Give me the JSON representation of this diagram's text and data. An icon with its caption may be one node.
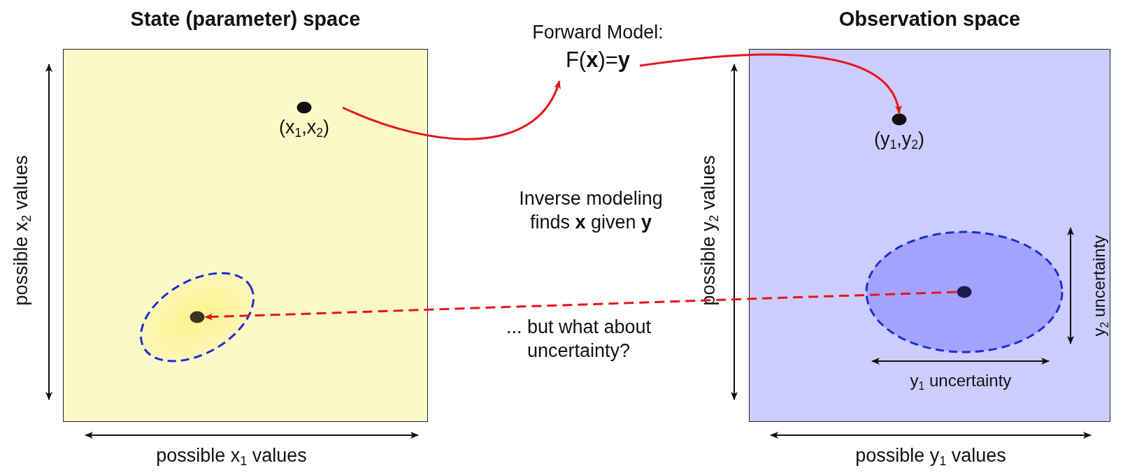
{
  "diagram": {
    "nodes": [
      {
        "text": [
          "State (parameter) space"
        ]
      },
      {
        "text": [
          "(x$_{1}$,x$_{2}$)"
        ],
        "in": 0
      },
      {
        "text": [],
        "shape": "ellipse",
        "in": 0
      },
      {
        "text": [],
        "shape": "circle",
        "in": 2
      },
      {
        "text": [
          "Forward Model:",
          "F(**x**)=**y**"
        ]
      },
      {
        "text": [
          "Observation space"
        ]
      },
      {
        "text": [
          "(y$_{1}$,y$_{2}$)"
        ],
        "in": 5
      },
      {
        "text": [],
        "shape": "ellipse",
        "in": 5
      },
      {
        "text": [],
        "shape": "circle",
        "in": 7
      }
    ],
    "edges": [
      {
        "from": 1,
        "to": 4,
        "arrow": "to"
      },
      {
        "from": 4,
        "to": 6,
        "arrow": "to"
      },
      {
        "from": 8,
        "to": 3,
        "arrow": "to",
        "style": "dashed"
      }
    ],
    "labels": [
      "Inverse modeling finds **x** given **y**",
      "... but what about uncertainty?",
      "possible x$_{2}$ values",
      "possible x$_{1}$ values",
      "possible y$_{2}$ values",
      "possible y$_{1}$ values",
      "y$_{1}$ uncertainty",
      "y$_{2}$ uncertainty"
    ]
  }
}
